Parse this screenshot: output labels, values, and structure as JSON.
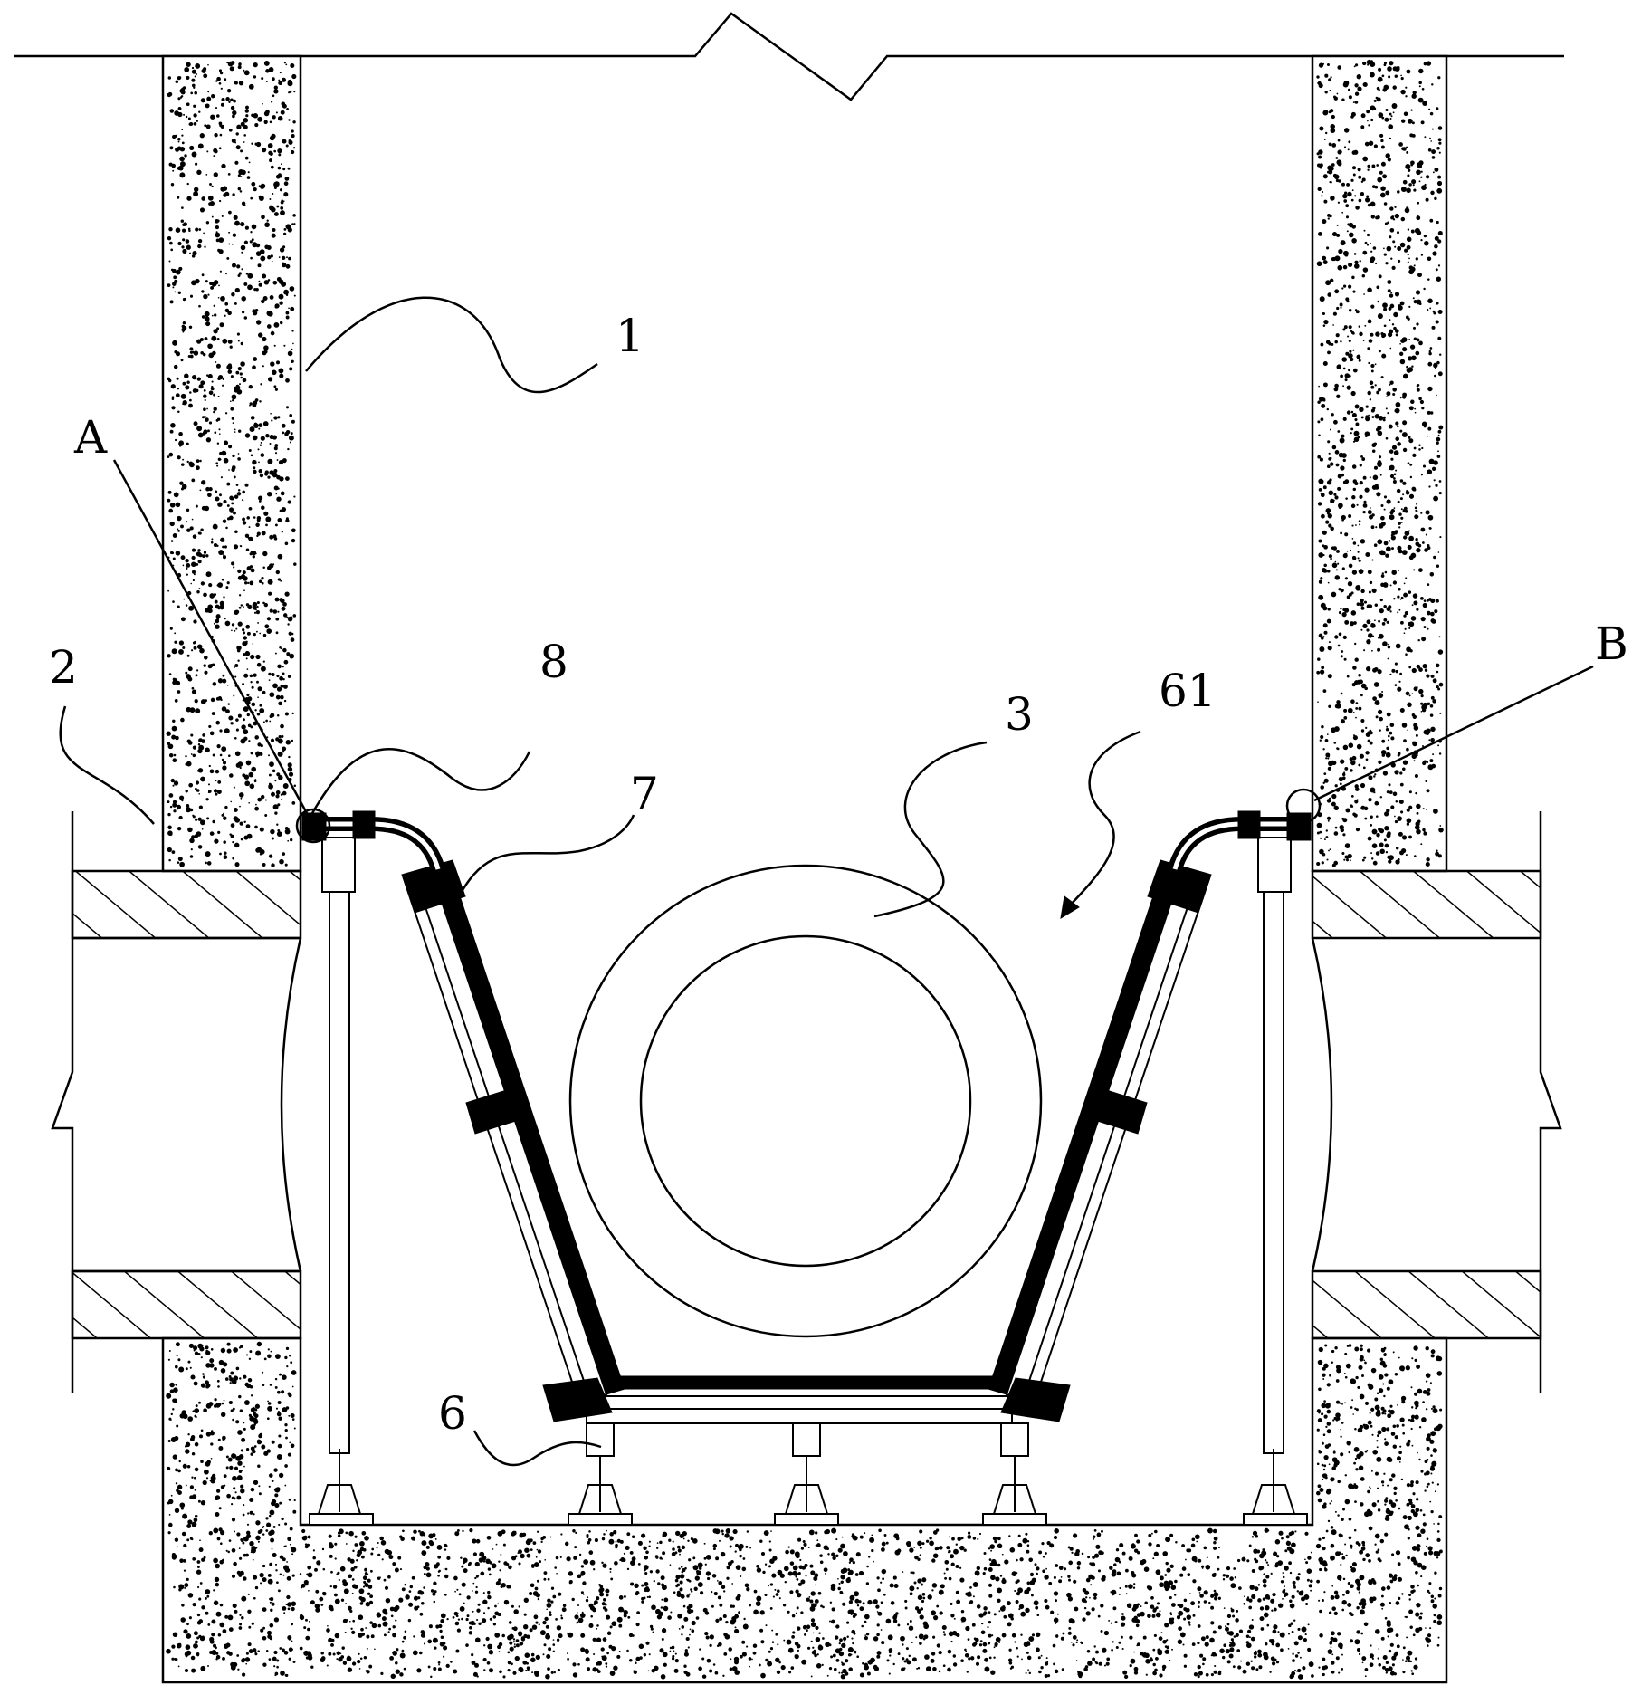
{
  "labels": {
    "wall": "1",
    "pipe_section": "2",
    "pipe": "3",
    "support": "6",
    "frame": "61",
    "bracket": "7",
    "elbow": "8",
    "detail_a": "A",
    "detail_b": "B"
  },
  "colors": {
    "line": "#000000",
    "background": "#ffffff"
  }
}
